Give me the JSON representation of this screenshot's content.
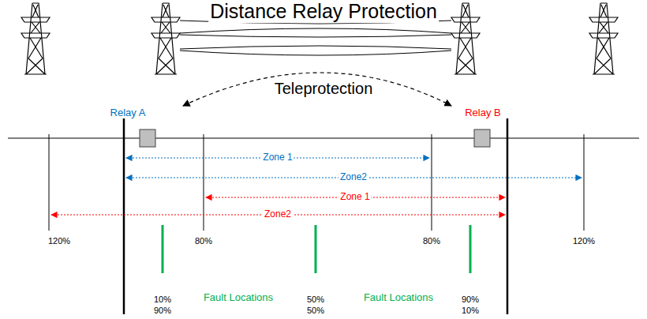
{
  "diagram": {
    "title": "Distance Relay Protection",
    "labels": [
      "Teleprotection",
      "Relay A",
      "Relay B",
      "Zone 1",
      "Zone2",
      "Zone 1",
      "Zone2",
      "120%",
      "80%",
      "80%",
      "120%",
      "10%",
      "90%",
      "Fault Locations",
      "50%",
      "50%",
      "Fault Locations",
      "90%",
      "10%"
    ]
  }
}
